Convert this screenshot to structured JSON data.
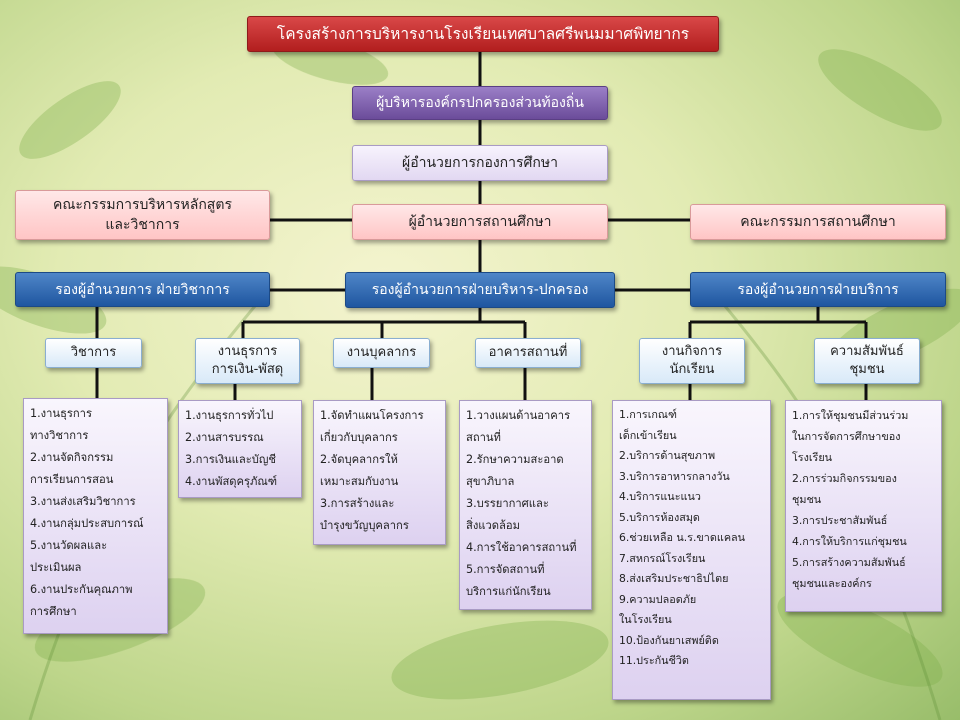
{
  "title": "โครงสร้างการบริหารงานโรงเรียนเทศบาลศรีพนมมาศพิทยากร",
  "level1": "ผู้บริหารองค์กรปกครองส่วนท้องถิ่น",
  "level2": "ผู้อำนวยการกองการศึกษา",
  "level3": {
    "left": "คณะกรรมการบริหารหลักสูตร\nและวิชาการ",
    "center": "ผู้อำนวยการสถานศึกษา",
    "right": "คณะกรรมการสถานศึกษา"
  },
  "deputies": {
    "left": "รองผู้อำนวยการ ฝ่ายวิชาการ",
    "center": "รองผู้อำนวยการฝ่ายบริหาร-ปกครอง",
    "right": "รองผู้อำนวยการฝ่ายบริการ"
  },
  "units": [
    "วิชาการ",
    "งานธุรการ\nการเงิน-พัสดุ",
    "งานบุคลากร",
    "อาคารสถานที่",
    "งานกิจการ\nนักเรียน",
    "ความสัมพันธ์\nชุมชน"
  ],
  "lists": [
    [
      "1.งานธุรการ\n   ทางวิชาการ",
      "2.งานจัดกิจกรรม\n   การเรียนการสอน",
      "3.งานส่งเสริมวิชาการ",
      "4.งานกลุ่มประสบการณ์",
      "5.งานวัดผลและ\n   ประเมินผล",
      "6.งานประกันคุณภาพ\n   การศึกษา"
    ],
    [
      "1.งานธุรการทั่วไป",
      "2.งานสารบรรณ",
      "3.การเงินและบัญชี",
      "4.งานพัสดุครุภัณฑ์"
    ],
    [
      "1.จัดทำแผนโครงการ\n   เกี่ยวกับบุคลากร",
      "2.จัดบุคลากรให้\n   เหมาะสมกับงาน",
      "3.การสร้างและ\n   บำรุงขวัญบุคลากร"
    ],
    [
      "1.วางแผนด้านอาคาร\n   สถานที่",
      "2.รักษาความสะอาด\n   สุขาภิบาล",
      "3.บรรยากาศและ\n   สิ่งแวดล้อม",
      "4.การใช้อาคารสถานที่",
      "5.การจัดสถานที่\n   บริการแก่นักเรียน"
    ],
    [
      "1.การเกณฑ์\n   เด็กเข้าเรียน",
      "2.บริการด้านสุขภาพ",
      "3.บริการอาหารกลางวัน",
      "4.บริการแนะแนว",
      "5.บริการห้องสมุด",
      "6.ช่วยเหลือ น.ร.ขาดแคลน",
      "7.สหกรณ์โรงเรียน",
      "8.ส่งเสริมประชาธิปไตย",
      "9.ความปลอดภัย\n   ในโรงเรียน",
      "10.ป้องกันยาเสพย์ติด",
      "11.ประกันชีวิต"
    ],
    [
      "1.การให้ชุมชนมีส่วนร่วม\n   ในการจัดการศึกษาของ\n   โรงเรียน",
      "2.การร่วมกิจกรรมของ\n   ชุมชน",
      "3.การประชาสัมพันธ์",
      "4.การให้บริการแก่ชุมชน",
      "5.การสร้างความสัมพันธ์\n   ชุมชนและองค์กร"
    ]
  ]
}
